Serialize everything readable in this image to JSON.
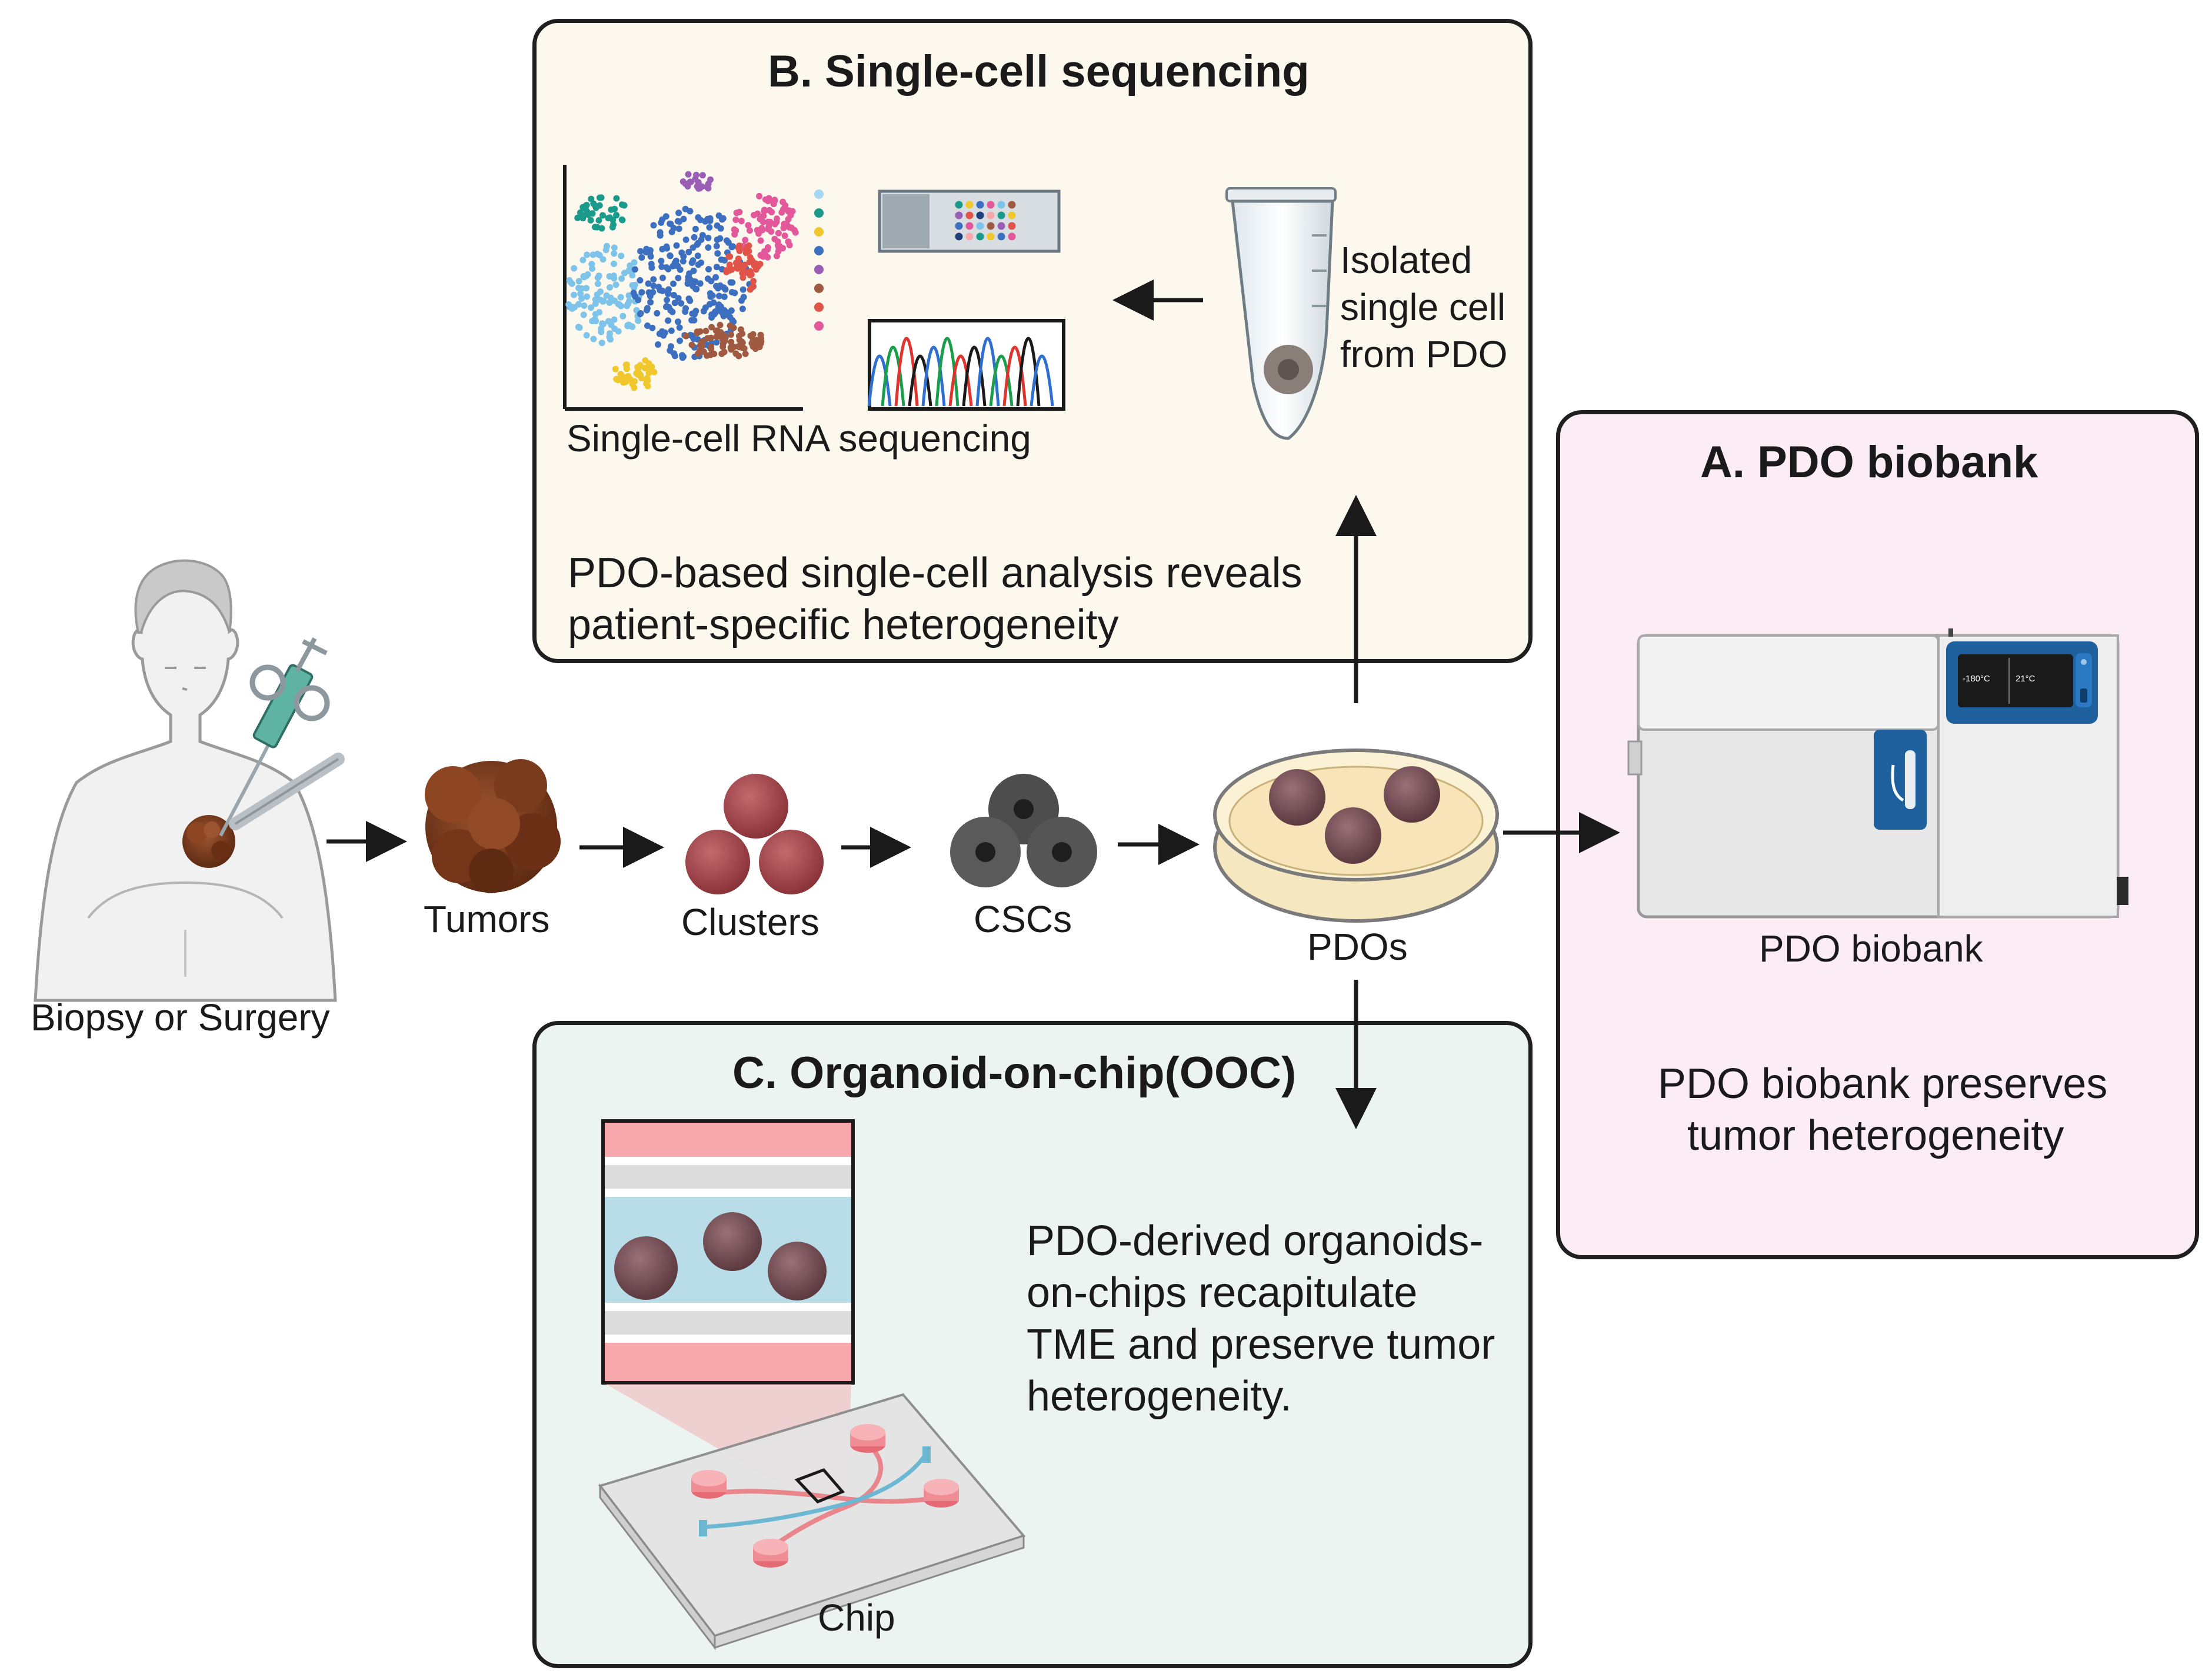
{
  "panels": {
    "b": {
      "title": "B. Single-cell sequencing",
      "scrna_label": "Single-cell RNA sequencing",
      "isolated_line1": "Isolated",
      "isolated_line2": "single cell",
      "isolated_line3": "from PDO",
      "description_line1": "PDO-based single-cell analysis reveals",
      "description_line2": "patient-specific heterogeneity"
    },
    "a": {
      "title": "A. PDO biobank",
      "freezer_label": "PDO biobank",
      "display_temp1": "-180°C",
      "display_temp2": "21°C",
      "description_line1": "PDO biobank preserves",
      "description_line2": "tumor heterogeneity"
    },
    "c": {
      "title": "C. Organoid-on-chip(OOC)",
      "chip_label": "Chip",
      "description_line1": "PDO-derived organoids-",
      "description_line2": "on-chips recapitulate",
      "description_line3": "TME and preserve tumor",
      "description_line4": "heterogeneity."
    }
  },
  "pipeline": {
    "patient_label": "Biopsy or Surgery",
    "tumors_label": "Tumors",
    "clusters_label": "Clusters",
    "cscs_label": "CSCs",
    "pdos_label": "PDOs"
  },
  "colors": {
    "panel_b_bg": "#fcf8ee",
    "panel_a_bg": "#fcecf3",
    "panel_c_bg": "#ecf4f1",
    "tumor_brown": "#7a3a1c",
    "cluster_red": "#a64a4f",
    "csc_gray": "#4d4d4d",
    "organoid_mauve": "#7b5259",
    "freezer_blue": "#1e5f9e"
  }
}
